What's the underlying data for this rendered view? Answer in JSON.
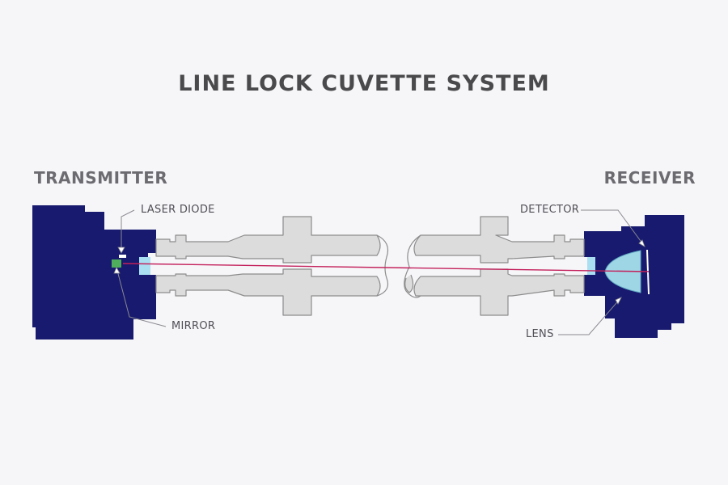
{
  "title": "LINE LOCK CUVETTE SYSTEM",
  "transmitter": {
    "title": "TRANSMITTER",
    "labels": {
      "laser_diode": "LASER DIODE",
      "mirror": "MIRROR"
    }
  },
  "receiver": {
    "title": "RECEIVER",
    "labels": {
      "detector": "DETECTOR",
      "lens": "LENS"
    }
  },
  "colors": {
    "housing": "#171a6e",
    "cuvette": "#dcdcdc",
    "cuvette_outline": "#8c8c8c",
    "beam": "#c3205a",
    "lens": "#9fd6e6",
    "window": "#a9dff0",
    "background": "#f6f6f9"
  }
}
